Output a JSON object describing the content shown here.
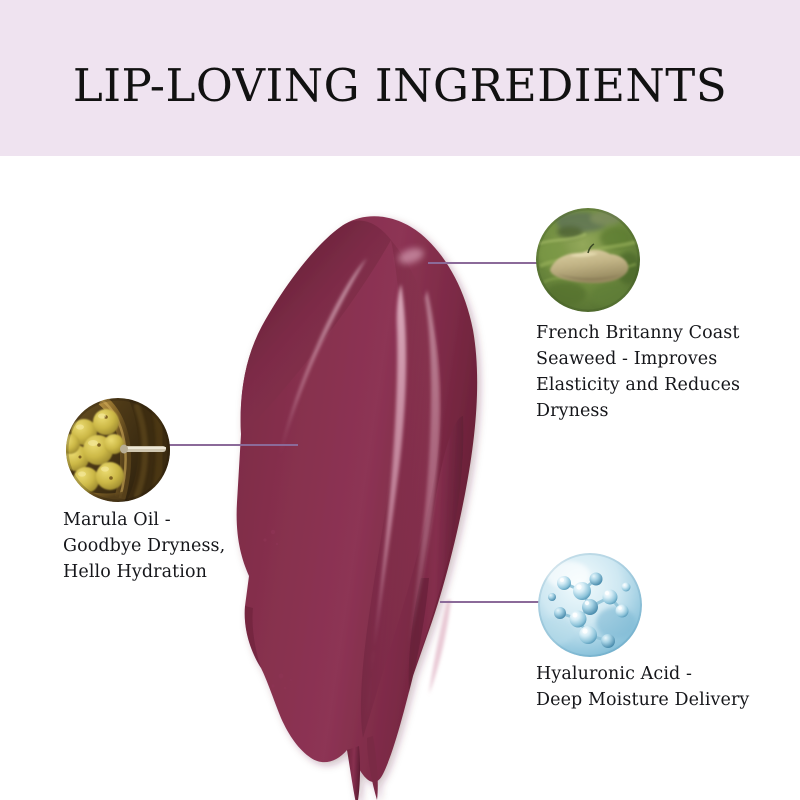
{
  "header": {
    "title": "LIP-LOVING INGREDIENTS",
    "background_color": "#efe3f0",
    "text_color": "#111111"
  },
  "product": {
    "name": "lipstick-swatch",
    "description": "Deep burgundy lipstick smear swatch",
    "colors": {
      "base": "#7b2a45",
      "mid": "#8d3454",
      "dark": "#5e1d33",
      "highlight": "#c98aa2",
      "highlight_soft": "#e2b3c3"
    }
  },
  "connector": {
    "color": "#8b6a99"
  },
  "callouts": [
    {
      "id": "seaweed",
      "icon": "seaweed-rock-photo-icon",
      "caption_lines": [
        "French Britanny Coast",
        "Seaweed - Improves",
        "Elasticity and Reduces",
        "Dryness"
      ],
      "colors": {
        "a": "#7d9246",
        "b": "#4f6b2c",
        "c": "#c9bf90",
        "d": "#5d7a3a"
      }
    },
    {
      "id": "marula",
      "icon": "marula-fruit-basket-photo-icon",
      "caption_lines": [
        "Marula Oil -",
        "Goodbye Dryness,",
        "Hello Hydration"
      ],
      "colors": {
        "a": "#d8c955",
        "b": "#8d7226",
        "c": "#6a4d22",
        "d": "#3b2a13"
      }
    },
    {
      "id": "hyaluronic",
      "icon": "hyaluronic-molecule-photo-icon",
      "caption_lines": [
        "Hyaluronic Acid -",
        "Deep Moisture Delivery"
      ],
      "colors": {
        "a": "#dff0f6",
        "b": "#8fc6dd",
        "c": "#3f8fb5",
        "d": "#cfe6ef"
      }
    }
  ]
}
